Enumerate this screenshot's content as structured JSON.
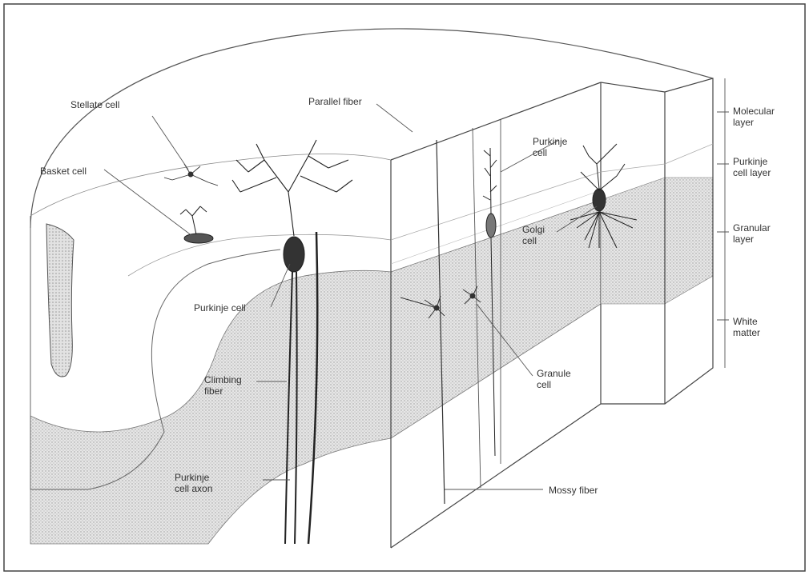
{
  "figure": {
    "labels": {
      "stellate_cell": "Stellate cell",
      "parallel_fiber": "Parallel fiber",
      "basket_cell": "Basket cell",
      "purkinje_cell_top": "Purkinje\ncell",
      "purkinje_cell_mid": "Purkinje cell",
      "golgi_cell": "Golgi\ncell",
      "climbing_fiber": "Climbing\nfiber",
      "granule_cell": "Granule\ncell",
      "purkinje_axon": "Purkinje\ncell axon",
      "mossy_fiber": "Mossy fiber"
    },
    "layers": {
      "molecular": "Molecular\nlayer",
      "purkinje_layer": "Purkinje\ncell layer",
      "granular": "Granular\nlayer",
      "white_matter": "White\nmatter"
    }
  }
}
